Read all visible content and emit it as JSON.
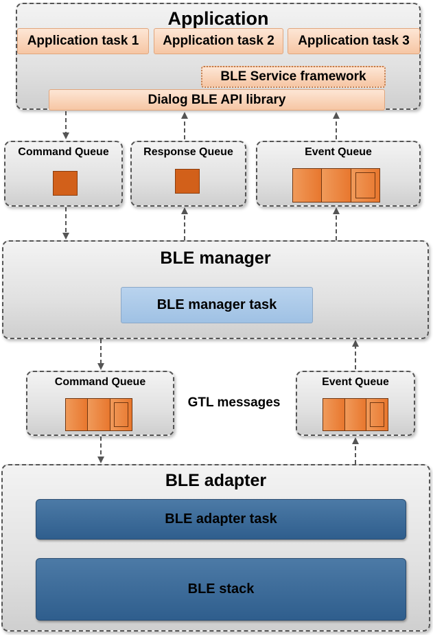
{
  "application": {
    "title": "Application",
    "tasks": [
      "Application task 1",
      "Application task 2",
      "Application task 3"
    ],
    "service_framework": "BLE Service framework",
    "api_library": "Dialog BLE API library"
  },
  "upper_queues": {
    "command": "Command Queue",
    "response": "Response Queue",
    "event": "Event Queue"
  },
  "ble_manager": {
    "title": "BLE manager",
    "task": "BLE manager task"
  },
  "lower_queues": {
    "command": "Command Queue",
    "event": "Event Queue",
    "gtl_label": "GTL messages"
  },
  "ble_adapter": {
    "title": "BLE adapter",
    "task": "BLE adapter task",
    "stack": "BLE stack"
  },
  "colors": {
    "orange_item": "#d2601a",
    "peach_box": "#f6c6a4",
    "light_blue": "#b9d3ee",
    "dark_blue": "#2f5e8d",
    "group_gray": "#e1e1e1"
  }
}
